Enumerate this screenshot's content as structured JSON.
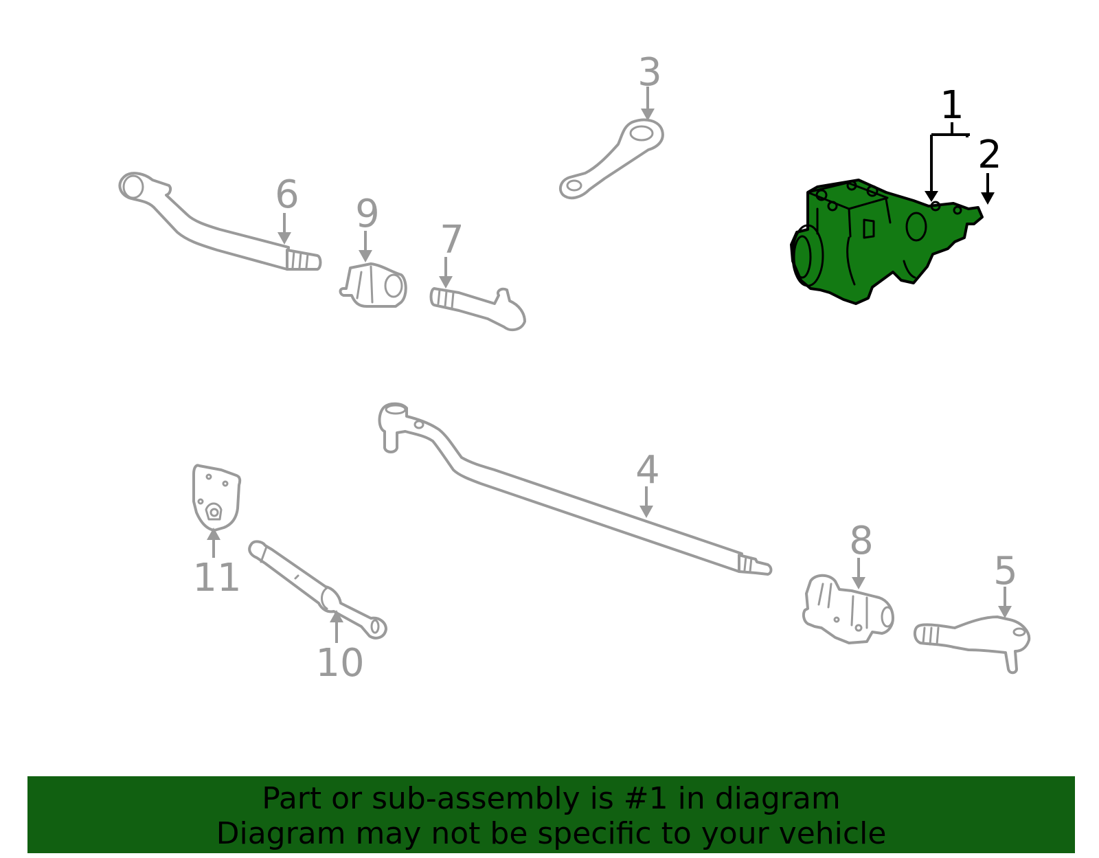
{
  "diagram": {
    "highlight_color": "#137a13",
    "part_outline_color": "#9a9a9a",
    "callouts": [
      {
        "id": "1",
        "label": "1",
        "highlighted": true
      },
      {
        "id": "2",
        "label": "2",
        "highlighted": true
      },
      {
        "id": "3",
        "label": "3",
        "highlighted": false
      },
      {
        "id": "4",
        "label": "4",
        "highlighted": false
      },
      {
        "id": "5",
        "label": "5",
        "highlighted": false
      },
      {
        "id": "6",
        "label": "6",
        "highlighted": false
      },
      {
        "id": "7",
        "label": "7",
        "highlighted": false
      },
      {
        "id": "8",
        "label": "8",
        "highlighted": false
      },
      {
        "id": "9",
        "label": "9",
        "highlighted": false
      },
      {
        "id": "10",
        "label": "10",
        "highlighted": false
      },
      {
        "id": "11",
        "label": "11",
        "highlighted": false
      }
    ]
  },
  "banner": {
    "line1": "Part or sub-assembly is #1 in diagram",
    "line2": "Diagram may not be specific to your vehicle",
    "background_color": "#116011"
  }
}
